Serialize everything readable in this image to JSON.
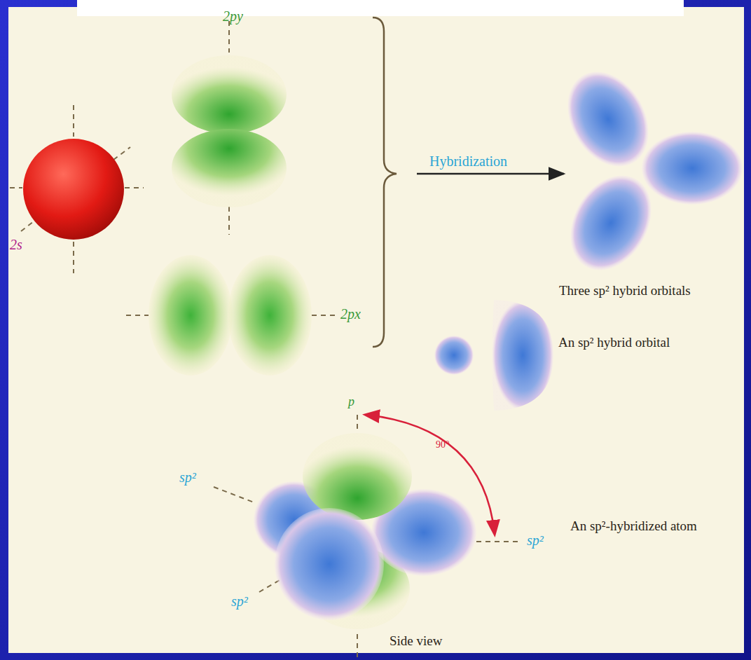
{
  "diagram": {
    "labels": [
      "2py",
      "2s",
      "2px",
      "Hybridization",
      "Three sp² hybrid orbitals",
      "An sp² hybrid orbital",
      "p",
      "90°",
      "sp²",
      "sp²",
      "sp²",
      "An sp²-hybridized atom",
      "Side view"
    ]
  }
}
